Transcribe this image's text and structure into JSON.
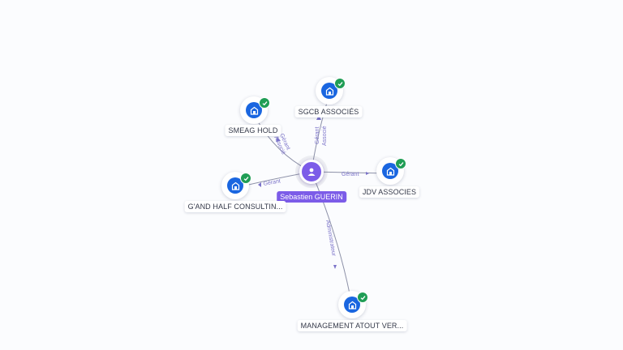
{
  "person": {
    "name": "Sebastien GUERIN",
    "icon": "person-icon"
  },
  "companies": [
    {
      "id": "sgcb",
      "name": "SGCB ASSOCIÉS",
      "verified": true
    },
    {
      "id": "smeag",
      "name": "SMEAG HOLD",
      "verified": true
    },
    {
      "id": "jdv",
      "name": "JDV ASSOCIES",
      "verified": true
    },
    {
      "id": "gand",
      "name": "G'AND HALF CONSULTIN...",
      "verified": true
    },
    {
      "id": "management",
      "name": "MANAGEMENT ATOUT VER...",
      "verified": true
    }
  ],
  "relations": [
    {
      "target": "sgcb",
      "roles": [
        "Gérant",
        "Associé"
      ]
    },
    {
      "target": "smeag",
      "roles": [
        "Gérant",
        "Associé"
      ]
    },
    {
      "target": "jdv",
      "roles": [
        "Gérant"
      ]
    },
    {
      "target": "gand",
      "roles": [
        "Gérant"
      ]
    },
    {
      "target": "management",
      "roles": [
        "Administrateur"
      ]
    }
  ],
  "colors": {
    "person": "#7c5ce8",
    "company": "#1a66e0",
    "verified": "#1f9d55",
    "edge": "#8d91a8",
    "edge_label": "#7b73c9"
  }
}
